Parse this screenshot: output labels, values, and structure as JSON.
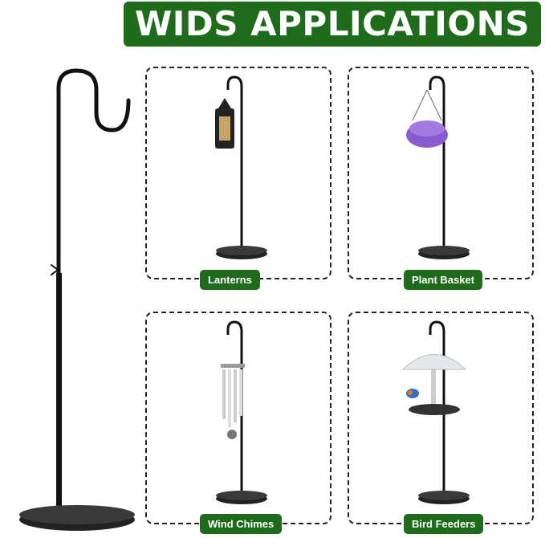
{
  "header": {
    "title": "WIDS APPLICATIONS"
  },
  "applications": [
    {
      "label": "Lanterns",
      "item_icon": "lantern-icon"
    },
    {
      "label": "Plant Basket",
      "item_icon": "hanging-flower-basket-icon"
    },
    {
      "label": "Wind Chimes",
      "item_icon": "wind-chimes-icon"
    },
    {
      "label": "Bird Feeders",
      "item_icon": "bird-feeder-icon"
    }
  ],
  "colors": {
    "brand_green": "#1e6b1c",
    "stand": "#111111"
  }
}
